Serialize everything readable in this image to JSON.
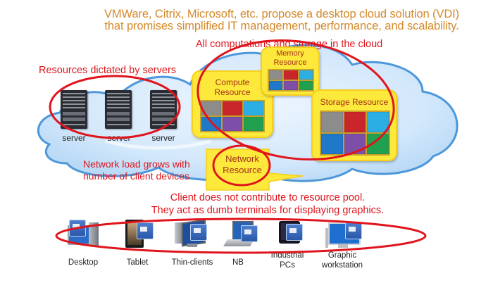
{
  "headline": {
    "line1": "VMWare, Citrix, Microsoft, etc. propose a desktop cloud solution (VDI)",
    "line2": "that promises simplified IT management, performance, and scalability."
  },
  "cloud_caption": "All computations and storage in the cloud",
  "servers_caption": "Resources dictated by servers",
  "servers": [
    {
      "label": "server",
      "icon": "server-rack-icon"
    },
    {
      "label": "server",
      "icon": "server-rack-icon"
    },
    {
      "label": "server",
      "icon": "server-rack-icon"
    }
  ],
  "resources": {
    "compute": {
      "title_line1": "Compute",
      "title_line2": "Resource"
    },
    "memory": {
      "title_line1": "Memory",
      "title_line2": "Resource"
    },
    "storage": {
      "title": "Storage Resource"
    },
    "block_colors": [
      "#8c8c8c",
      "#c9262b",
      "#2aaee3",
      "#1f78c8",
      "#7e4fa8",
      "#21a14f"
    ]
  },
  "network": {
    "caption_line1": "Network load grows with",
    "caption_line2": "number of client devices",
    "bubble_line1": "Network",
    "bubble_line2": "Resource"
  },
  "client_caption": {
    "line1": "Client does not contribute to resource pool.",
    "line2": "They act as dumb terminals for displaying graphics."
  },
  "devices": [
    {
      "label": "Desktop",
      "icon": "desktop-icon"
    },
    {
      "label": "Tablet",
      "icon": "tablet-icon"
    },
    {
      "label": "Thin-clients",
      "icon": "thin-client-icon"
    },
    {
      "label": "NB",
      "icon": "notebook-icon"
    },
    {
      "label_line1": "Industrial",
      "label_line2": "PCs",
      "icon": "industrial-pc-icon"
    },
    {
      "label_line1": "Graphic",
      "label_line2": "workstation",
      "icon": "graphic-workstation-icon"
    }
  ],
  "colors": {
    "headline": "#d4892a",
    "annotation_red": "#e0141c",
    "resource_box": "#fde93c",
    "resource_title": "#a5311c",
    "cloud_fill": "#cfe6fb",
    "cloud_stroke": "#4d97da"
  }
}
